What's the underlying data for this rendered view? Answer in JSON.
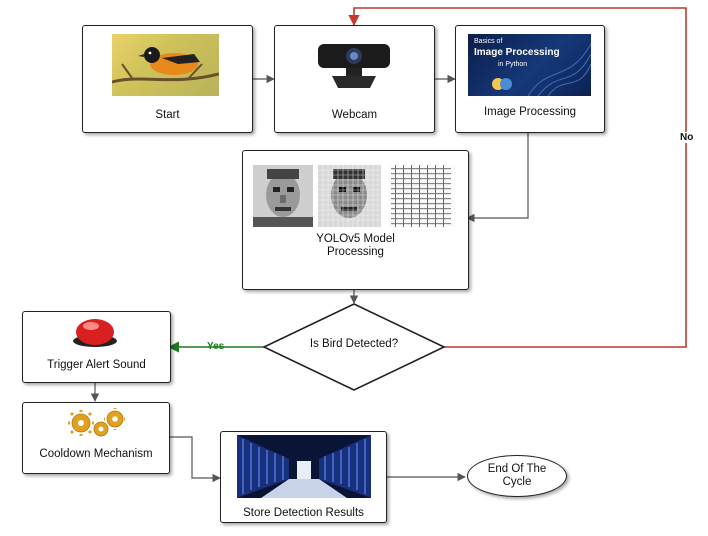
{
  "nodes": {
    "start": "Start",
    "webcam": "Webcam",
    "image_processing": "Image Processing",
    "image_processing_thumb": {
      "line1": "Basics of",
      "line2": "Image Processing",
      "line3": "in Python"
    },
    "yolo": "YOLOv5 Model Processing",
    "decision": "Is Bird Detected?",
    "trigger": "Trigger Alert Sound",
    "cooldown": "Cooldown Mechanism",
    "store": "Store Detection Results",
    "end": "End Of The Cycle"
  },
  "edges": {
    "yes": "Yes",
    "no": "No"
  },
  "colors": {
    "yes_edge": "#1e7a1e",
    "no_edge": "#c0392b",
    "edge": "#555555"
  }
}
